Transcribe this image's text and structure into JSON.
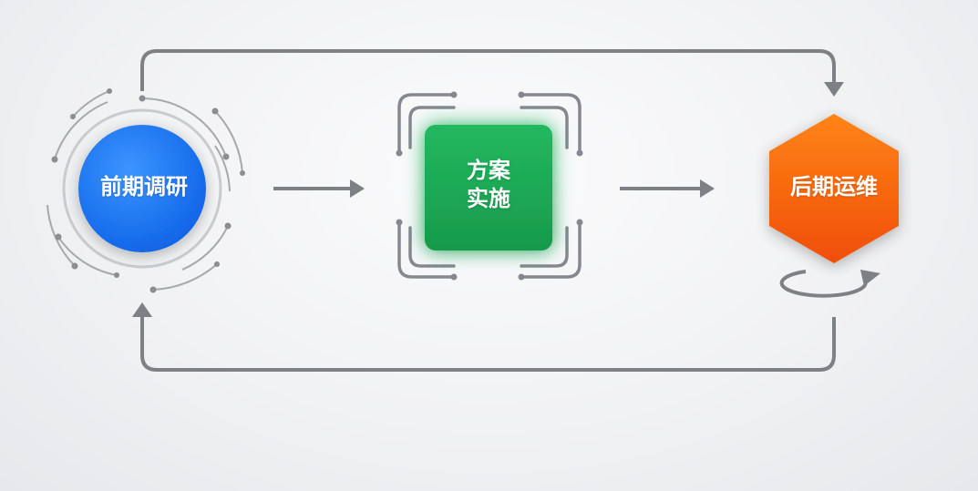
{
  "diagram": {
    "nodes": [
      {
        "id": "research",
        "label": "前期调研",
        "shape": "circle",
        "color": "#1877f2"
      },
      {
        "id": "implementation",
        "label_line1": "方案",
        "label_line2": "实施",
        "shape": "rounded-square",
        "color": "#1faa55"
      },
      {
        "id": "operations",
        "label": "后期运维",
        "shape": "hexagon",
        "color": "#f56a0c"
      }
    ],
    "edges": [
      {
        "from": "research",
        "to": "implementation",
        "style": "straight-arrow"
      },
      {
        "from": "implementation",
        "to": "operations",
        "style": "straight-arrow"
      },
      {
        "from": "research",
        "to": "operations",
        "style": "top-loop-arrow"
      },
      {
        "from": "operations",
        "to": "research",
        "style": "bottom-loop-arrow"
      }
    ],
    "colors": {
      "connector": "#7d8085",
      "background": "#f1f2f4"
    }
  }
}
